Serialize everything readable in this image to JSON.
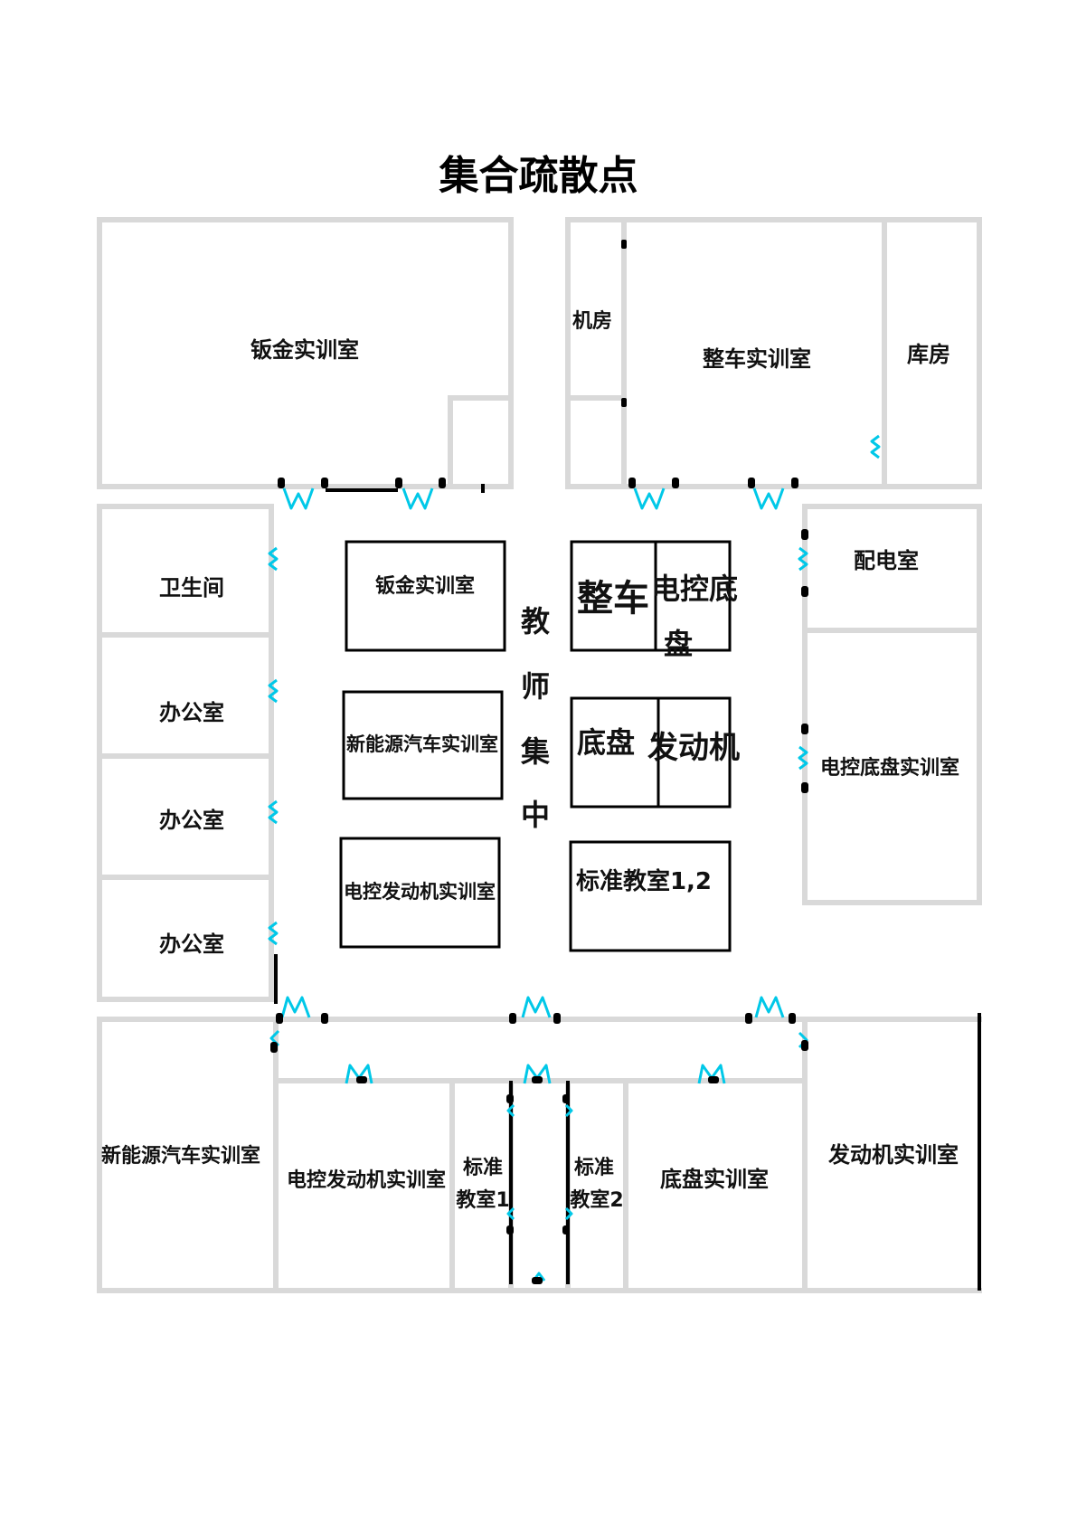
{
  "title": "集合疏散点",
  "colors": {
    "wall": "#d9d9d9",
    "box_border": "#000000",
    "door": "#00c8e8",
    "hinge": "#000000"
  },
  "rooms": {
    "sheet_metal_lab": "钣金实训室",
    "machine_room": "机房",
    "vehicle_lab": "整车实训室",
    "warehouse": "库房",
    "restroom": "卫生间",
    "office_1": "办公室",
    "office_2": "办公室",
    "office_3": "办公室",
    "power_room": "配电室",
    "ec_chassis_lab": "电控底盘实训室",
    "nev_lab": "新能源汽车实训室",
    "ec_engine_lab": "电控发动机实训室",
    "classroom_1_line1": "标准",
    "classroom_1_line2": "教室1",
    "classroom_2_line1": "标准",
    "classroom_2_line2": "教室2",
    "chassis_lab": "底盘实训室",
    "engine_lab": "发动机实训室"
  },
  "assembly": {
    "sheet_metal": "钣金实训室",
    "nev": "新能源汽车实训室",
    "ec_engine": "电控发动机实训室",
    "vehicle": "整车",
    "ec_chassis_line1": "电控底",
    "ec_chassis_line2": "盘",
    "chassis": "底盘",
    "engine": "发动机",
    "classroom": "标准教室1,2",
    "teachers": [
      "教",
      "师",
      "集",
      "中"
    ]
  }
}
